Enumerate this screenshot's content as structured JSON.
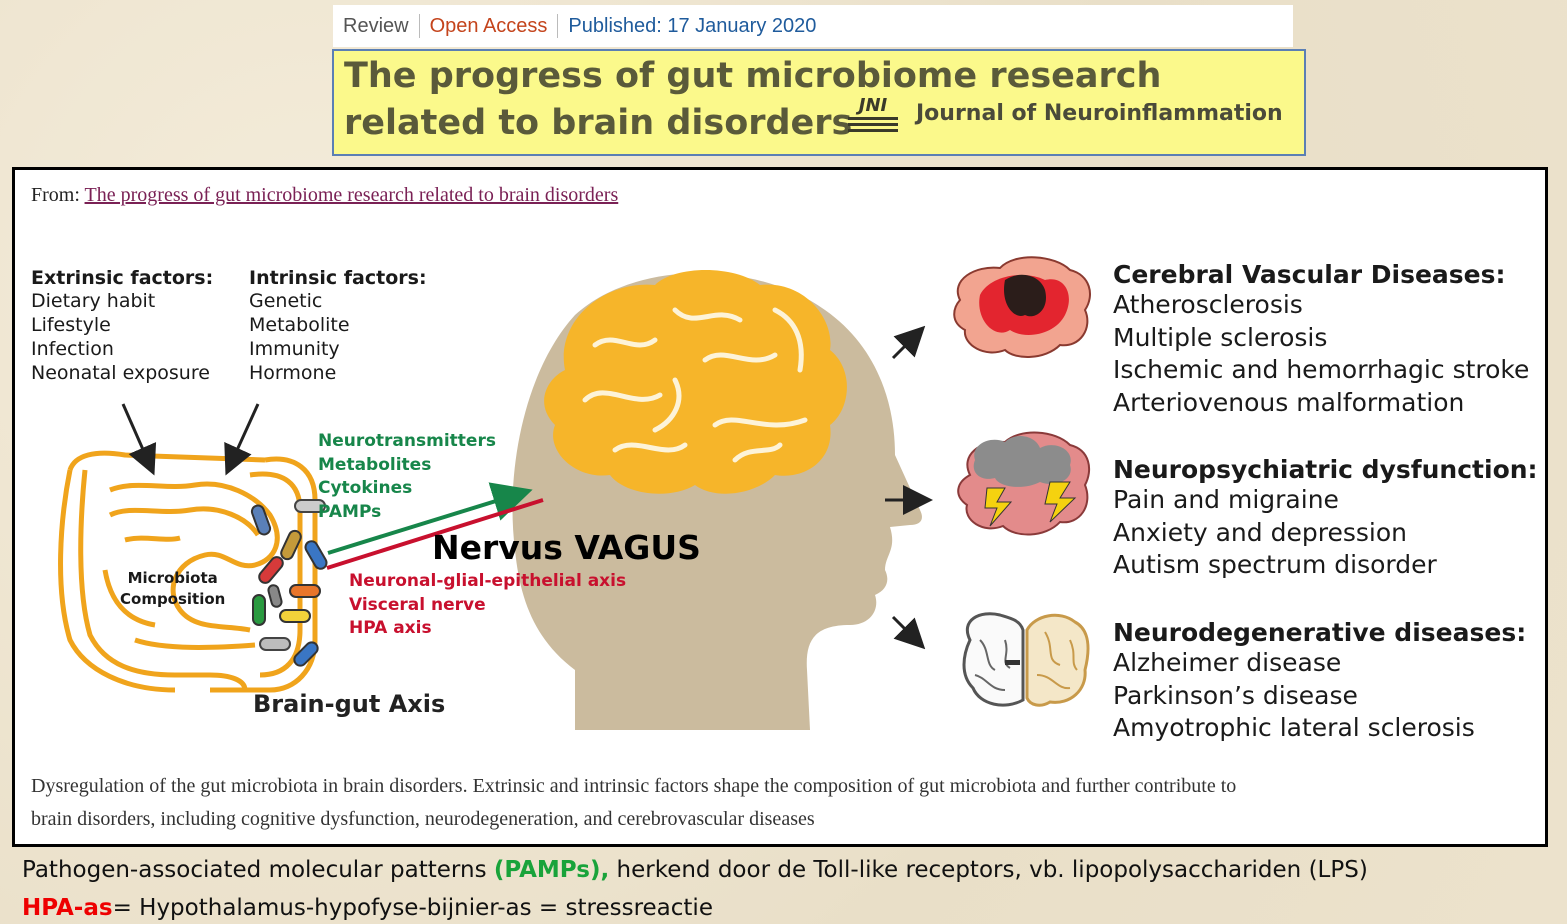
{
  "header": {
    "article_type": "Review",
    "access": "Open Access",
    "published": "Published: 17 January 2020"
  },
  "title_box": {
    "title": "The progress of gut microbiome research related to brain disorders",
    "journal_logo_text": "JNI",
    "journal_name": "Journal of Neuroinflammation"
  },
  "figure": {
    "from_prefix": "From:",
    "from_link": "The progress of gut microbiome research related to brain disorders",
    "extrinsic": {
      "title": "Extrinsic factors:",
      "items": [
        "Dietary habit",
        "Lifestyle",
        "Infection",
        "Neonatal exposure"
      ]
    },
    "intrinsic": {
      "title": "Intrinsic factors:",
      "items": [
        "Genetic",
        "Metabolite",
        "Immunity",
        "Hormone"
      ]
    },
    "microbiota_label": [
      "Microbiota",
      "Composition"
    ],
    "gut_to_brain_signals": [
      "Neurotransmitters",
      "Metabolites",
      "Cytokines",
      "PAMPs"
    ],
    "brain_to_gut_signals": [
      "Neuronal-glial-epithelial axis",
      "Visceral nerve",
      "HPA axis"
    ],
    "vagus_label": "Nervus VAGUS",
    "axis_label": "Brain-gut Axis",
    "disease_groups": [
      {
        "title": "Cerebral Vascular Diseases:",
        "items": [
          "Atherosclerosis",
          "Multiple sclerosis",
          "Ischemic and hemorrhagic stroke",
          "Arteriovenous malformation"
        ]
      },
      {
        "title": "Neuropsychiatric dysfunction:",
        "items": [
          "Pain and migraine",
          "Anxiety and depression",
          "Autism spectrum disorder"
        ]
      },
      {
        "title": "Neurodegenerative diseases:",
        "items": [
          "Alzheimer disease",
          "Parkinson’s disease",
          "Amyotrophic lateral sclerosis"
        ]
      }
    ],
    "caption_line1": "Dysregulation of the gut microbiota in brain disorders. Extrinsic and intrinsic factors shape the composition of gut microbiota and further contribute to",
    "caption_line2": "brain disorders, including cognitive dysfunction, neurodegeneration, and cerebrovascular diseases"
  },
  "notes": {
    "line1_pre": "Pathogen-associated molecular patterns ",
    "line1_highlight": "(PAMPs),",
    "line1_post": " herkend door de Toll-like receptors, vb. lipopolysacchariden (LPS)",
    "line2_highlight": "HPA-as",
    "line2_post": "= Hypothalamus-hypofyse-bijnier-as = stressreactie"
  },
  "colors": {
    "title_box_bg": "#fbf98b",
    "green_signal": "#17864a",
    "red_signal": "#c8102e",
    "gut_orange": "#f0a41c",
    "head_tan": "#cbbb9e",
    "brain_orange": "#f6b52a"
  }
}
